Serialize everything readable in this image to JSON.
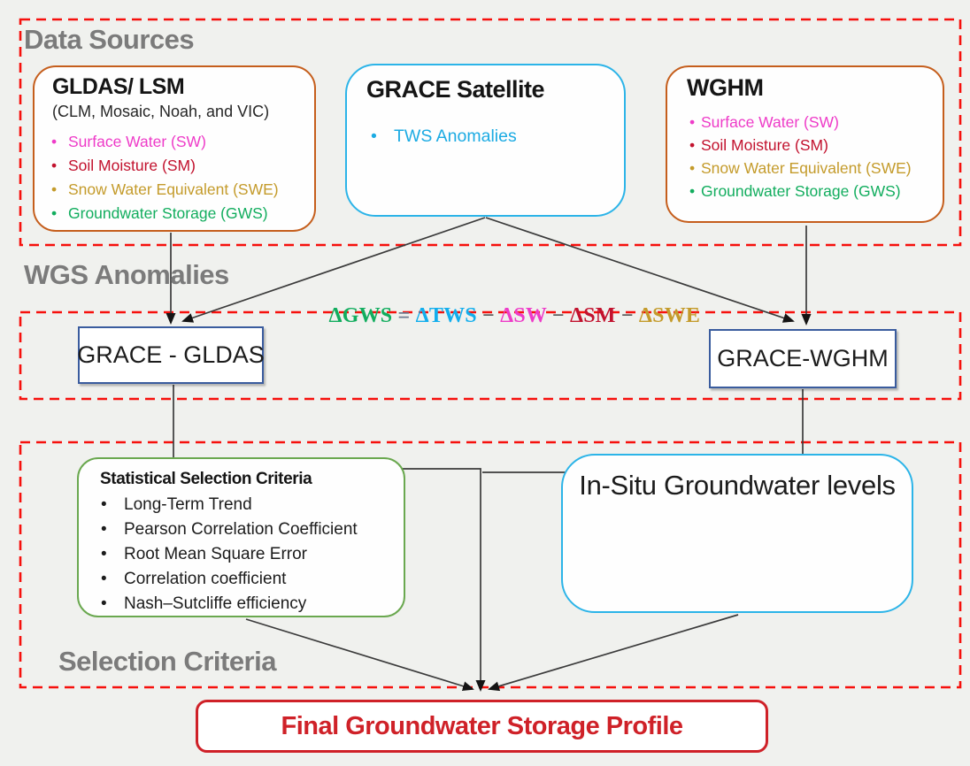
{
  "sections": {
    "data_sources": {
      "label": "Data Sources"
    },
    "wgs_anomalies": {
      "label": "WGS Anomalies"
    },
    "selection_criteria": {
      "label": "Selection Criteria"
    }
  },
  "boxes": {
    "gldas": {
      "title": "GLDAS/ LSM",
      "subtitle": "(CLM, Mosaic, Noah, and VIC)",
      "items": [
        {
          "label": "Surface Water (SW)",
          "color": "#ee3bc8"
        },
        {
          "label": "Soil Moisture (SM)",
          "color": "#c2122e"
        },
        {
          "label": "Snow Water Equivalent (SWE)",
          "color": "#c49b2b"
        },
        {
          "label": "Groundwater Storage (GWS)",
          "color": "#12ad5e"
        }
      ]
    },
    "grace": {
      "title": "GRACE Satellite",
      "items": [
        {
          "label": "TWS Anomalies",
          "color": "#1cabe3"
        }
      ]
    },
    "wghm": {
      "title": "WGHM",
      "items": [
        {
          "label": "Surface Water (SW)",
          "color": "#ee3bc8"
        },
        {
          "label": "Soil Moisture (SM)",
          "color": "#c2122e"
        },
        {
          "label": "Snow Water Equivalent (SWE)",
          "color": "#c49b2b"
        },
        {
          "label": "Groundwater Storage (GWS)",
          "color": "#12ad5e"
        }
      ]
    },
    "grace_gldas": {
      "label": "GRACE - GLDAS"
    },
    "grace_wghm": {
      "label": "GRACE-WGHM"
    },
    "statistical": {
      "title": "Statistical Selection Criteria",
      "items": [
        {
          "label": "Long-Term Trend"
        },
        {
          "label": "Pearson Correlation Coefficient"
        },
        {
          "label": "Root Mean Square Error"
        },
        {
          "label": "Correlation coefficient"
        },
        {
          "label": "Nash–Sutcliffe efficiency"
        }
      ]
    },
    "insitu": {
      "label": "In-Situ Groundwater levels"
    },
    "final": {
      "label": "Final Groundwater Storage Profile"
    }
  },
  "equation": {
    "parts": [
      {
        "text": "ΔGWS",
        "color": "#12ad5e"
      },
      {
        "text": " = ",
        "color": "#6e7b8f"
      },
      {
        "text": "ΔTWS",
        "color": "#12aeed"
      },
      {
        "text": " − ",
        "color": "#5a5a5a"
      },
      {
        "text": "ΔSW",
        "color": "#ee3bc8"
      },
      {
        "text": " − ",
        "color": "#5a5a5a"
      },
      {
        "text": "ΔSM",
        "color": "#c2122e"
      },
      {
        "text": " − ",
        "color": "#5a5a5a"
      },
      {
        "text": "ΔSWE",
        "color": "#c49b2b"
      }
    ]
  },
  "colors": {
    "dashed_border": "#f6100c",
    "orange_border": "#c55e1c",
    "cyan_border": "#2cb4e8",
    "blue_border": "#3a5c9e",
    "green_border": "#6aa84f",
    "final_red": "#cf2128",
    "section_label_gray": "#7b7b7b",
    "connector": "#3b3b3b",
    "background": "#f0f1ee"
  }
}
